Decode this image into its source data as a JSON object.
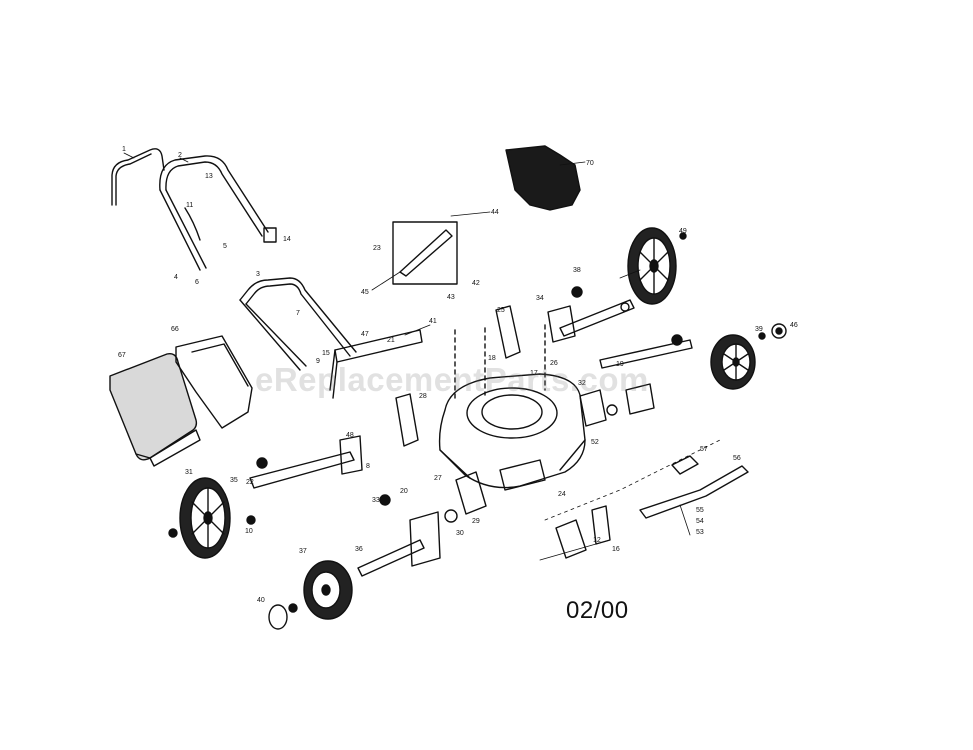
{
  "diagram": {
    "date_code": "02/00",
    "watermark": "eReplacementParts.com",
    "callouts": [
      {
        "id": "c1",
        "text": "1"
      },
      {
        "id": "c2",
        "text": "2"
      },
      {
        "id": "c3",
        "text": "3"
      },
      {
        "id": "c4",
        "text": "4"
      },
      {
        "id": "c5",
        "text": "5"
      },
      {
        "id": "c6",
        "text": "6"
      },
      {
        "id": "c7",
        "text": "7"
      },
      {
        "id": "c8",
        "text": "8"
      },
      {
        "id": "c9",
        "text": "9"
      },
      {
        "id": "c10",
        "text": "10"
      },
      {
        "id": "c11",
        "text": "11"
      },
      {
        "id": "c12",
        "text": "12"
      },
      {
        "id": "c13",
        "text": "13"
      },
      {
        "id": "c14",
        "text": "14"
      },
      {
        "id": "c15",
        "text": "15"
      },
      {
        "id": "c16",
        "text": "16"
      },
      {
        "id": "c17",
        "text": "17"
      },
      {
        "id": "c18",
        "text": "18"
      },
      {
        "id": "c19",
        "text": "19"
      },
      {
        "id": "c20",
        "text": "20"
      },
      {
        "id": "c21",
        "text": "21"
      },
      {
        "id": "c22",
        "text": "22"
      },
      {
        "id": "c23",
        "text": "23"
      },
      {
        "id": "c24",
        "text": "24"
      },
      {
        "id": "c25",
        "text": "25"
      },
      {
        "id": "c26",
        "text": "26"
      },
      {
        "id": "c27",
        "text": "27"
      },
      {
        "id": "c28",
        "text": "28"
      },
      {
        "id": "c29",
        "text": "29"
      },
      {
        "id": "c30",
        "text": "30"
      },
      {
        "id": "c31",
        "text": "31"
      },
      {
        "id": "c32",
        "text": "32"
      },
      {
        "id": "c33",
        "text": "33"
      },
      {
        "id": "c34",
        "text": "34"
      },
      {
        "id": "c35",
        "text": "35"
      },
      {
        "id": "c36",
        "text": "36"
      },
      {
        "id": "c37",
        "text": "37"
      },
      {
        "id": "c38",
        "text": "38"
      },
      {
        "id": "c39",
        "text": "39"
      },
      {
        "id": "c40",
        "text": "40"
      },
      {
        "id": "c41",
        "text": "41"
      },
      {
        "id": "c42",
        "text": "42"
      },
      {
        "id": "c43",
        "text": "43"
      },
      {
        "id": "c44",
        "text": "44"
      },
      {
        "id": "c45",
        "text": "45"
      },
      {
        "id": "c46",
        "text": "46"
      },
      {
        "id": "c47",
        "text": "47"
      },
      {
        "id": "c48",
        "text": "48"
      },
      {
        "id": "c49",
        "text": "49"
      },
      {
        "id": "c52",
        "text": "52"
      },
      {
        "id": "c53",
        "text": "53"
      },
      {
        "id": "c54",
        "text": "54"
      },
      {
        "id": "c55",
        "text": "55"
      },
      {
        "id": "c56",
        "text": "56"
      },
      {
        "id": "c57",
        "text": "57"
      },
      {
        "id": "c66",
        "text": "66"
      },
      {
        "id": "c67",
        "text": "67"
      },
      {
        "id": "c70",
        "text": "70"
      }
    ]
  }
}
